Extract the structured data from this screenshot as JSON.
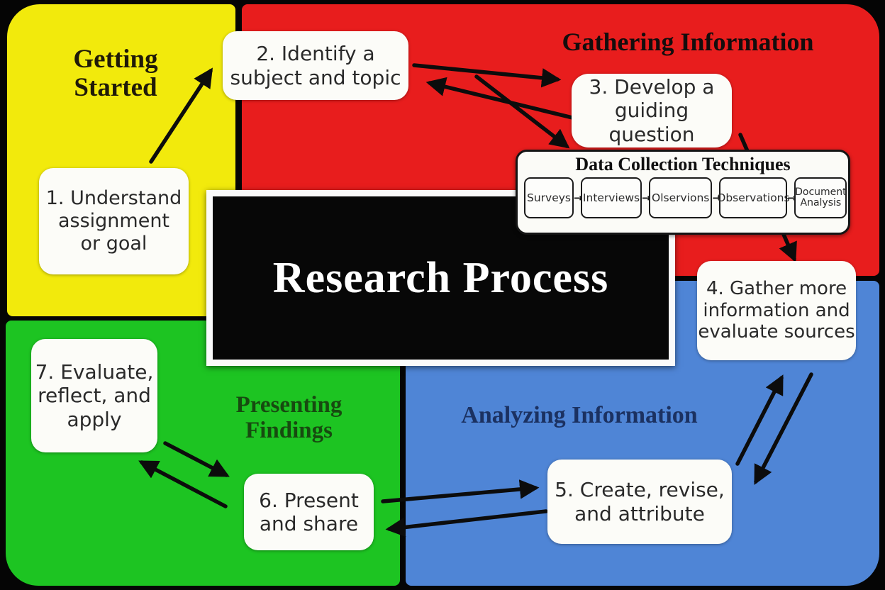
{
  "diagram_title": "Research Process",
  "quadrants": {
    "getting_started": {
      "title_lines": [
        "Getting",
        "Started"
      ],
      "color": "#f2ea0c"
    },
    "gathering_information": {
      "title": "Gathering Information",
      "color": "#e81d1d"
    },
    "analyzing_information": {
      "title": "Analyzing Information",
      "color": "#4f85d6"
    },
    "presenting_findings": {
      "title_lines": [
        "Presenting",
        "Findings"
      ],
      "color": "#1dc422"
    }
  },
  "steps": [
    {
      "id": "1",
      "lines": [
        "1. Understand",
        "assignment",
        "or goal"
      ]
    },
    {
      "id": "2",
      "lines": [
        "2. Identify a",
        "subject and topic"
      ]
    },
    {
      "id": "3",
      "lines": [
        "3. Develop a",
        "guiding question"
      ]
    },
    {
      "id": "4",
      "lines": [
        "4. Gather more",
        "information and",
        "evaluate sources"
      ]
    },
    {
      "id": "5",
      "lines": [
        "5. Create, revise,",
        "and attribute"
      ]
    },
    {
      "id": "6",
      "lines": [
        "6. Present",
        "and share"
      ]
    },
    {
      "id": "7",
      "lines": [
        "7. Evaluate,",
        "reflect, and",
        "apply"
      ]
    }
  ],
  "data_collection": {
    "title": "Data Collection Techniques",
    "techniques": [
      "Surveys",
      "Interviews",
      "Olservions",
      "Observations",
      "Document Analysis"
    ],
    "arrow_icon": "→"
  }
}
